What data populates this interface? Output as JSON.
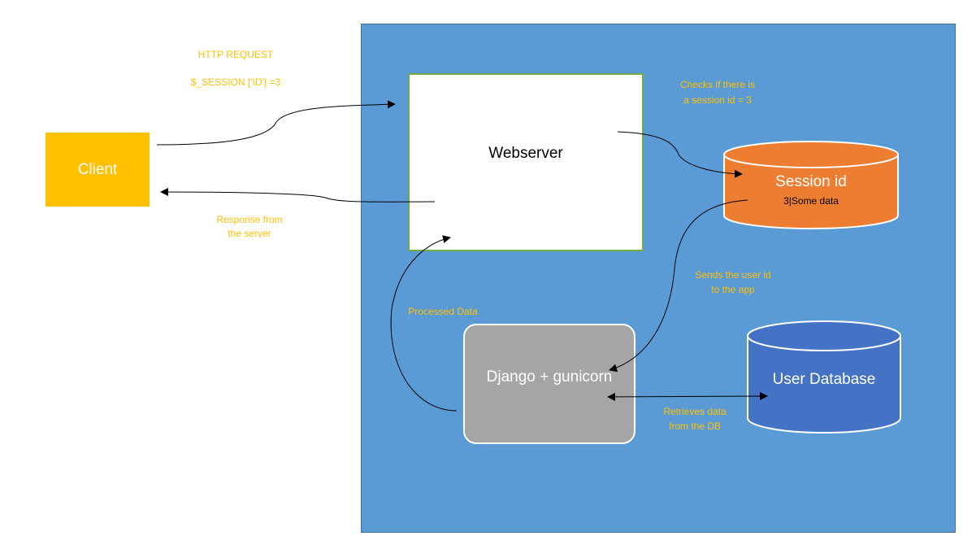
{
  "nodes": {
    "client": "Client",
    "webserver": "Webserver",
    "session": {
      "title": "Session id",
      "record": "3|Some data"
    },
    "django": "Django + gunicorn",
    "user_db": "User Database"
  },
  "annotations": {
    "http_request": "HTTP REQUEST",
    "session_expr": "$_SESSION ['ID'] =3",
    "response_line1": "Response from",
    "response_line2": "the server",
    "checks_line1": "Checks if there is",
    "checks_line2": "a session id = 3",
    "sends_line1": "Sends the user id",
    "sends_line2": "to the app",
    "processed": "Processed Data",
    "retrieves_line1": "Retrieves data",
    "retrieves_line2": "from the DB"
  },
  "colors": {
    "panel": "#5b9bd5",
    "client": "#ffc000",
    "session_db": "#ed7d31",
    "user_db": "#4472c4",
    "app": "#a5a5a5",
    "annotation": "#ffc000",
    "webserver_border": "#70ad47"
  }
}
